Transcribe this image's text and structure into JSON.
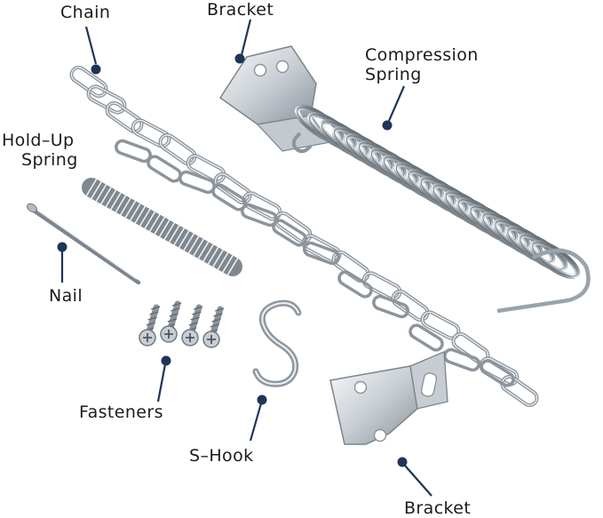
{
  "colors": {
    "leader": "#1d3557",
    "metal_light": "#f2f4f6",
    "metal_mid": "#b9c0c7",
    "metal_dark": "#6d757d",
    "text": "#1b1b1b"
  },
  "labels": {
    "chain": "Chain",
    "bracket_top": "Bracket",
    "compression_spring_line1": "Compression",
    "compression_spring_line2": "Spring",
    "holdup_spring_line1": "Hold–Up",
    "holdup_spring_line2": "Spring",
    "nail": "Nail",
    "fasteners": "Fasteners",
    "s_hook": "S–Hook",
    "bracket_bottom": "Bracket"
  }
}
